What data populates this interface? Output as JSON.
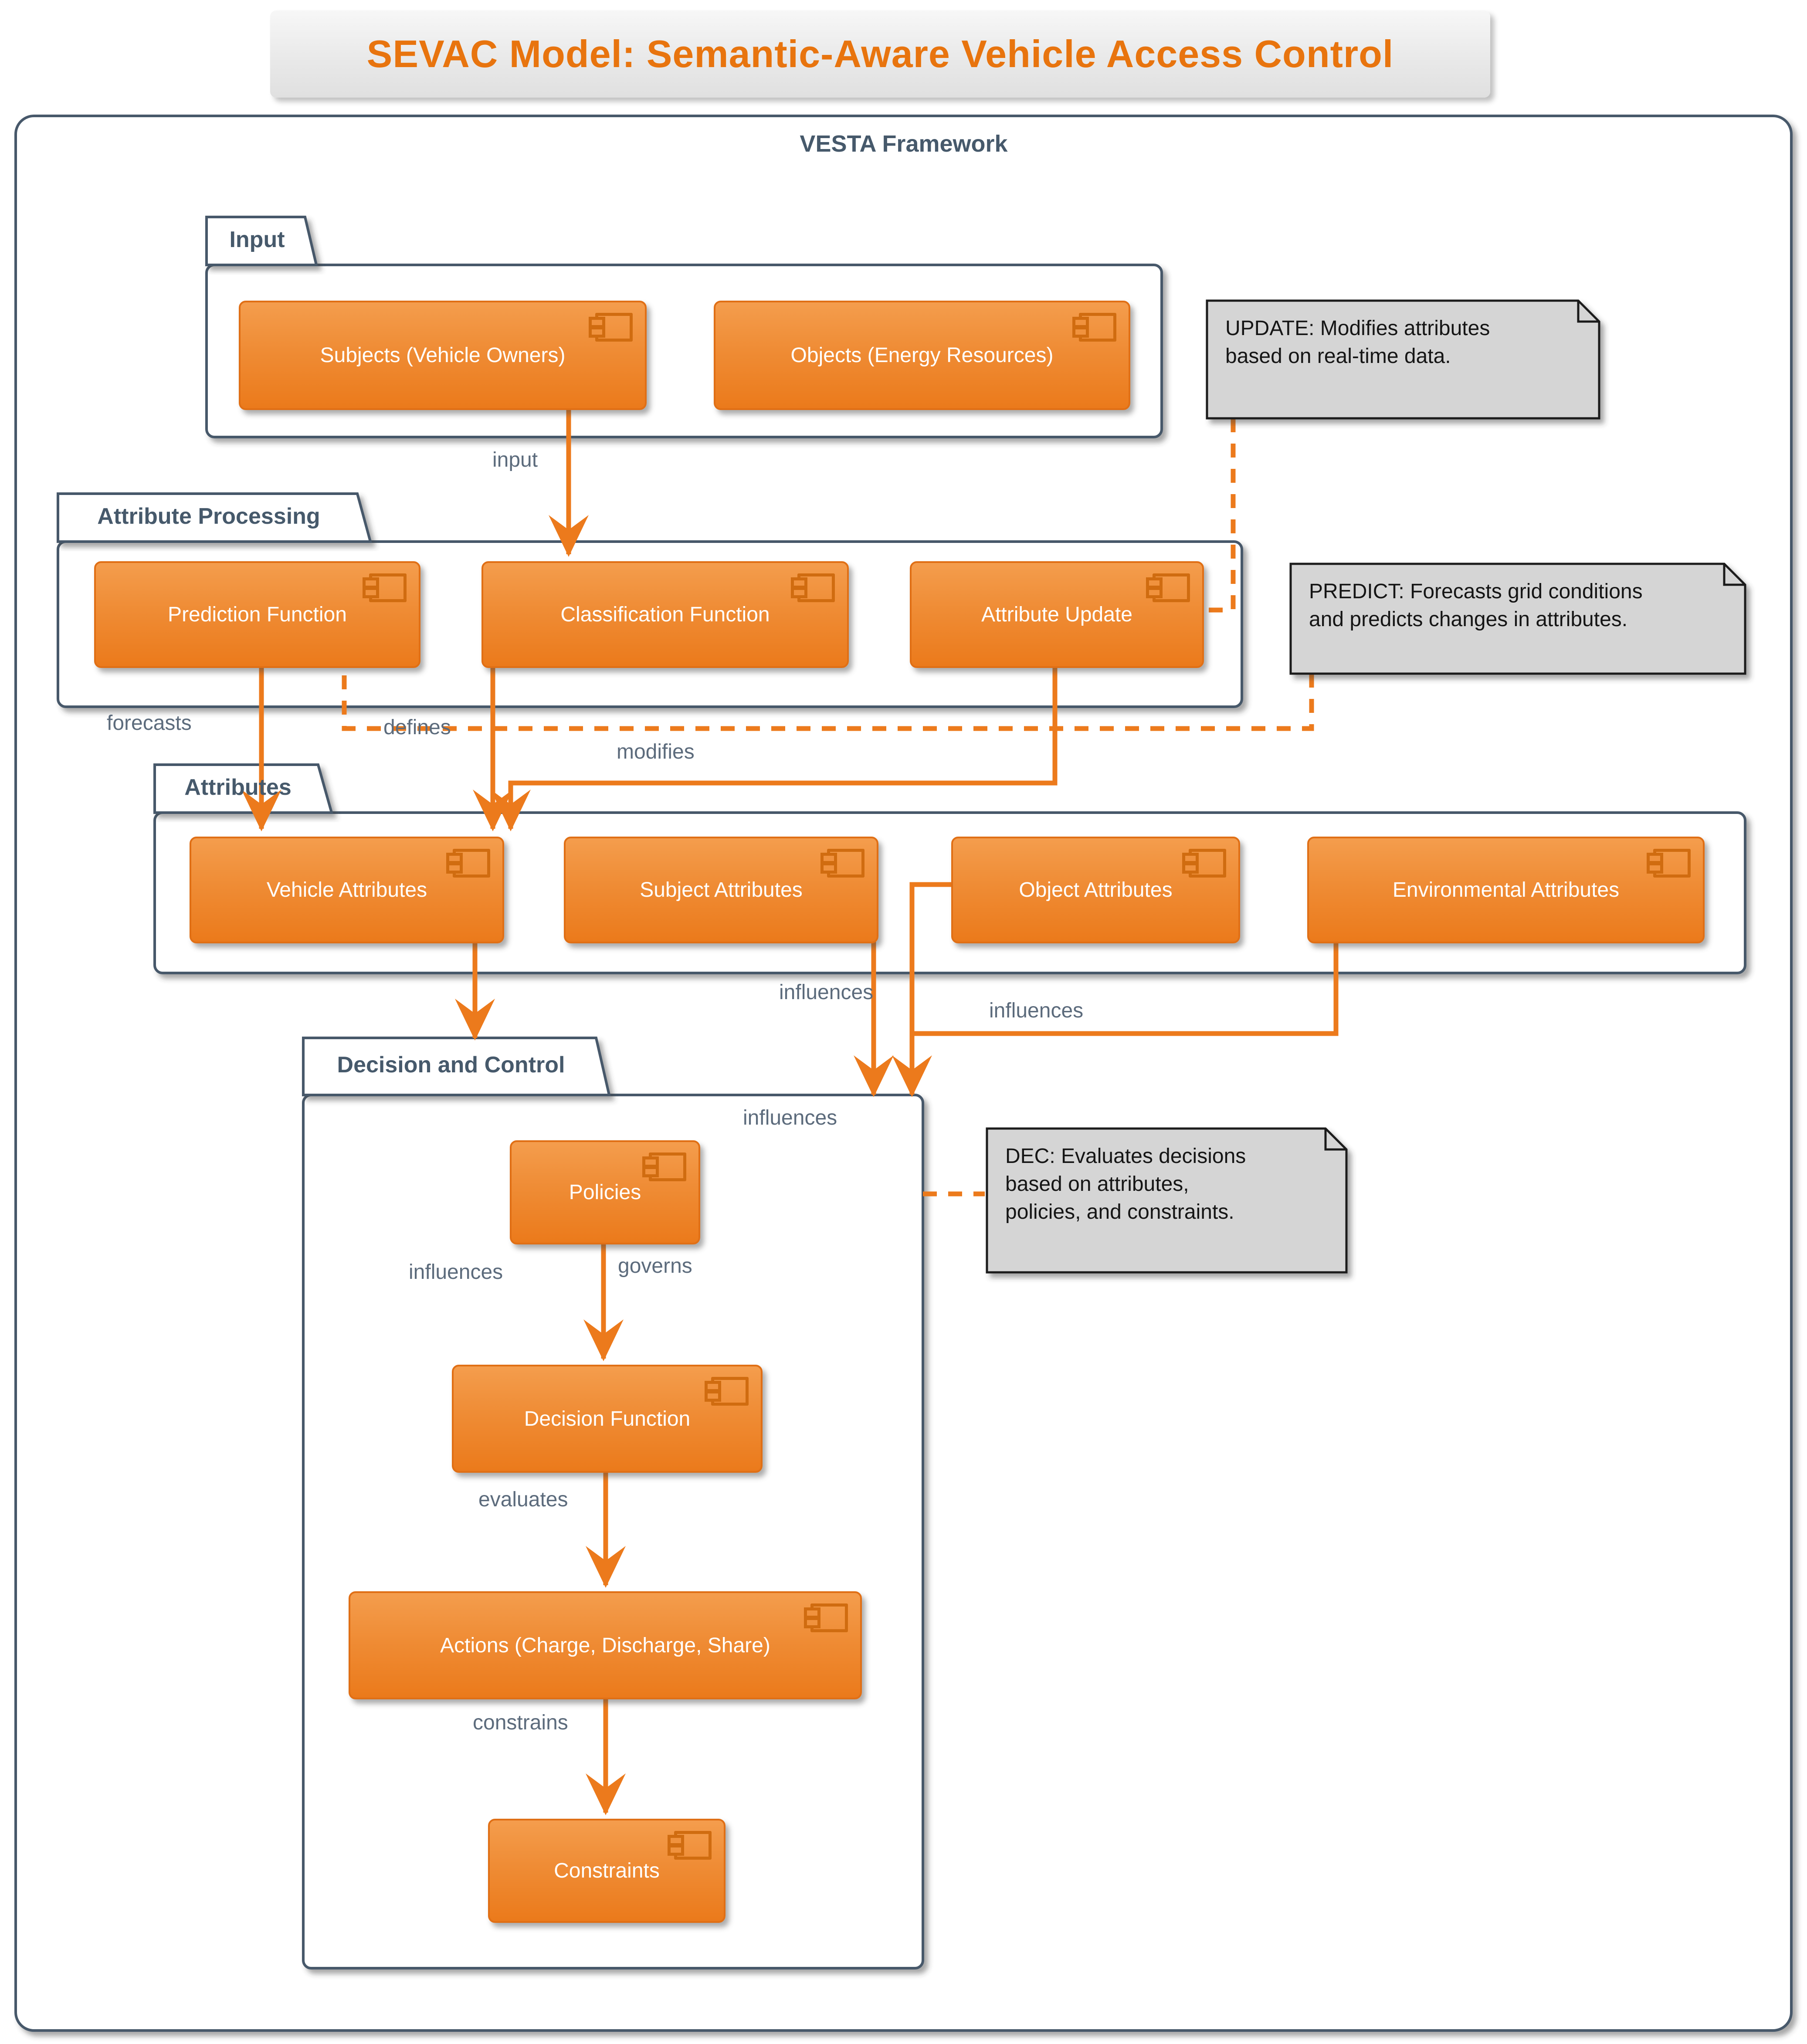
{
  "title": {
    "text": "SEVAC Model: Semantic-Aware Vehicle Access Control"
  },
  "frame": {
    "title": "VESTA Framework"
  },
  "packages": {
    "input": {
      "label": "Input"
    },
    "attribute_processing": {
      "label": "Attribute Processing"
    },
    "attributes": {
      "label": "Attributes"
    },
    "decision_control": {
      "label": "Decision and Control"
    }
  },
  "components": {
    "subjects": {
      "label": "Subjects (Vehicle Owners)"
    },
    "objects": {
      "label": "Objects (Energy Resources)"
    },
    "prediction": {
      "label": "Prediction Function"
    },
    "classification": {
      "label": "Classification Function"
    },
    "attribute_update": {
      "label": "Attribute Update"
    },
    "vehicle_attributes": {
      "label": "Vehicle Attributes"
    },
    "subject_attributes": {
      "label": "Subject Attributes"
    },
    "object_attributes": {
      "label": "Object Attributes"
    },
    "environmental_attributes": {
      "label": "Environmental Attributes"
    },
    "policies": {
      "label": "Policies"
    },
    "decision_function": {
      "label": "Decision Function"
    },
    "actions": {
      "label": "Actions (Charge, Discharge, Share)"
    },
    "constraints": {
      "label": "Constraints"
    }
  },
  "notes": {
    "update": {
      "text": "UPDATE: Modifies attributes\nbased on real-time data."
    },
    "predict": {
      "text": "PREDICT: Forecasts grid conditions\nand predicts changes in attributes."
    },
    "dec": {
      "text": "DEC: Evaluates decisions\nbased on attributes,\npolicies, and constraints."
    }
  },
  "edges": {
    "input": "input",
    "forecasts": "forecasts",
    "defines": "defines",
    "modifies": "modifies",
    "governs": "governs",
    "evaluates": "evaluates",
    "constrains": "constrains",
    "influences_subject": "influences",
    "influences_env": "influences",
    "influences_object": "influences",
    "influences_vehicle": "influences"
  },
  "colors": {
    "accent_orange": "#EC7A1C",
    "component_top": "#F49D4D",
    "component_bottom": "#EB7A1B",
    "frame_slate": "#46596B",
    "edge_label": "#5C6B7C",
    "note_bg": "#D5D5D5",
    "title_orange": "#E8740E"
  }
}
